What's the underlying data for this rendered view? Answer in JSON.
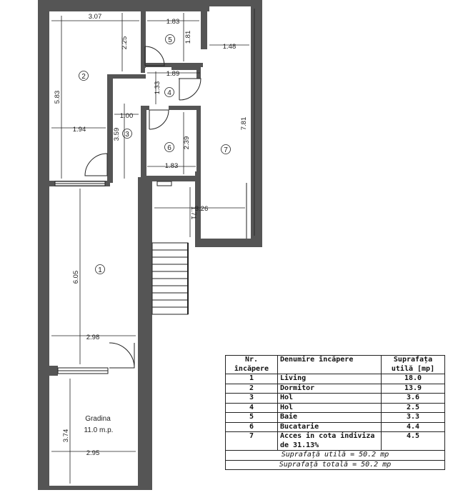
{
  "plan": {
    "room_numbers": [
      "1",
      "2",
      "3",
      "4",
      "5",
      "6",
      "7"
    ],
    "dimensions": {
      "d307": "3.07",
      "d225": "2.25",
      "d583": "5.83",
      "d194": "1.94",
      "d183a": "1.83",
      "d181": "1.81",
      "d148": "1.48",
      "d189": "1.89",
      "d133": "1.33",
      "d100": "1.00",
      "d359": "3.59",
      "d239": "2.39",
      "d183b": "1.83",
      "d781": "7.81",
      "d326": "3.26",
      "d171": "1.71",
      "d605": "6.05",
      "d298": "2.98",
      "d374": "3.74",
      "d295": "2.95"
    },
    "garden_label": "Gradina",
    "garden_area": "11.0 m.p."
  },
  "legend": {
    "headers": {
      "nr": "Nr. încăpere",
      "name": "Denumire încăpere",
      "area": "Suprafața utilă [mp]"
    },
    "rows": [
      {
        "nr": "1",
        "name": "Living",
        "area": "18.0"
      },
      {
        "nr": "2",
        "name": "Dormitor",
        "area": "13.9"
      },
      {
        "nr": "3",
        "name": "Hol",
        "area": "3.6"
      },
      {
        "nr": "4",
        "name": "Hol",
        "area": "2.5"
      },
      {
        "nr": "5",
        "name": "Baie",
        "area": "3.3"
      },
      {
        "nr": "6",
        "name": "Bucatarie",
        "area": "4.4"
      },
      {
        "nr": "7",
        "name": "Acces in cota indiviza de 31.13%",
        "area": "4.5"
      }
    ],
    "useful_total": "Suprafață utilă = 50.2 mp",
    "total": "Suprafață totală = 50.2 mp"
  }
}
